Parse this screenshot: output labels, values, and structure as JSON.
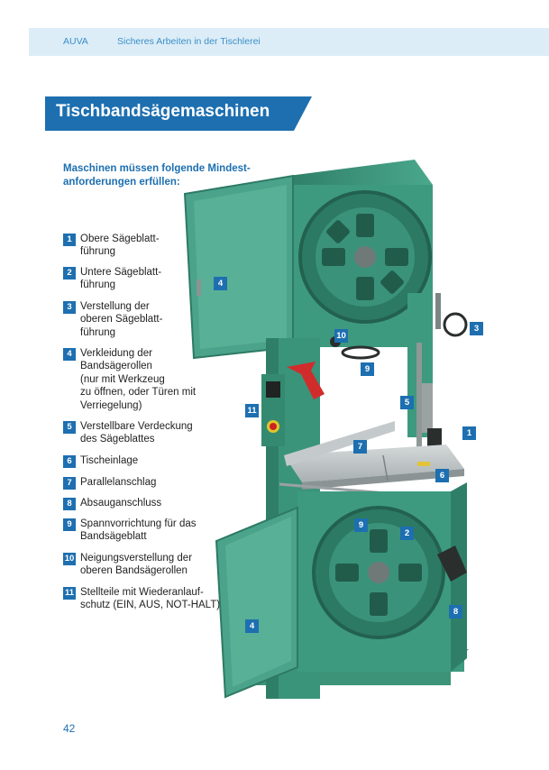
{
  "header": {
    "org": "AUVA",
    "subtitle": "Sicheres Arbeiten in der Tischlerei"
  },
  "title": "Tischbandsägemaschinen",
  "intro": "Maschinen müssen folgende Mindest-\nanforderungen erfüllen:",
  "legend": [
    {
      "num": "1",
      "text": "Obere Sägeblatt-\nführung"
    },
    {
      "num": "2",
      "text": "Untere Sägeblatt-\nführung"
    },
    {
      "num": "3",
      "text": "Verstellung der\noberen Sägeblatt-\nführung"
    },
    {
      "num": "4",
      "text": "Verkleidung der\nBandsägerollen\n(nur mit Werkzeug\nzu öffnen, oder Türen mit\nVerriegelung)"
    },
    {
      "num": "5",
      "text": "Verstellbare Verdeckung\ndes Sägeblattes"
    },
    {
      "num": "6",
      "text": "Tischeinlage"
    },
    {
      "num": "7",
      "text": "Parallelanschlag"
    },
    {
      "num": "8",
      "text": "Absauganschluss"
    },
    {
      "num": "9",
      "text": "Spannvorrichtung für das\nBandsägeblatt"
    },
    {
      "num": "10",
      "text": "Neigungsverstellung der\noberen Bandsägerollen"
    },
    {
      "num": "11",
      "text": "Stellteile mit Wiederanlauf-\nschutz (EIN, AUS, NOT-HALT)"
    }
  ],
  "callouts": [
    {
      "num": "4"
    },
    {
      "num": "10"
    },
    {
      "num": "3"
    },
    {
      "num": "9"
    },
    {
      "num": "5"
    },
    {
      "num": "11"
    },
    {
      "num": "1"
    },
    {
      "num": "7"
    },
    {
      "num": "6"
    },
    {
      "num": "9"
    },
    {
      "num": "2"
    },
    {
      "num": "8"
    },
    {
      "num": "4"
    }
  ],
  "page_number": "42",
  "colors": {
    "accent": "#1d6fb0",
    "header_band": "#dcedf8",
    "machine_green": "#3f9a80"
  }
}
